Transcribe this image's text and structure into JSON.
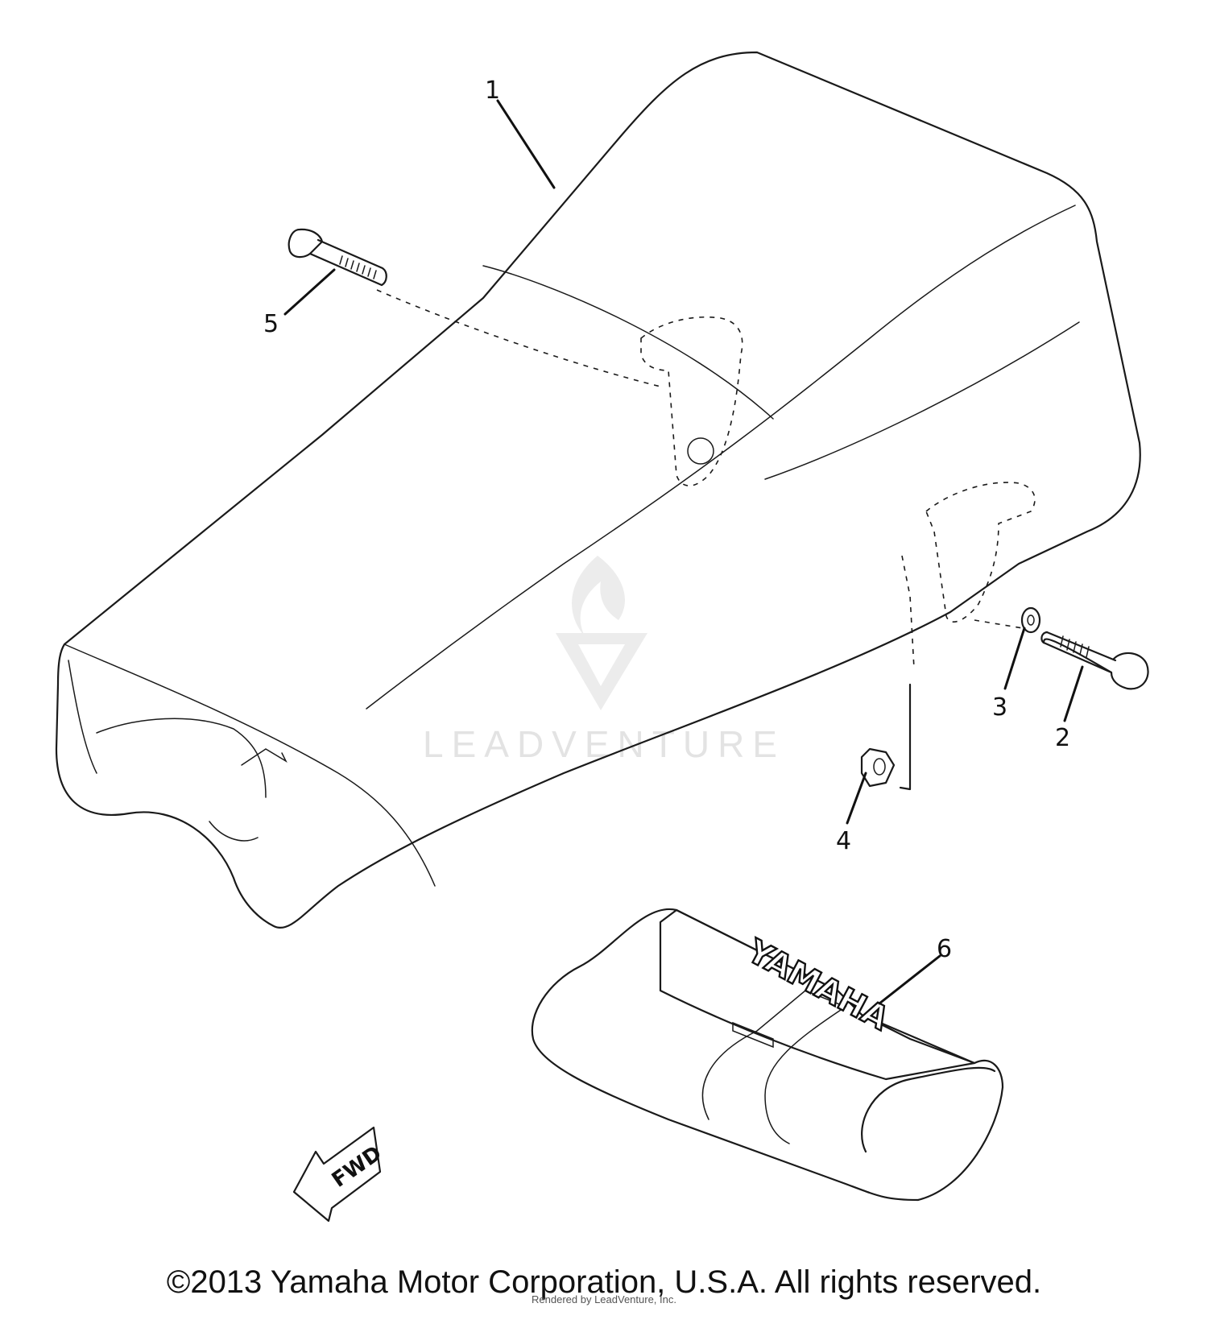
{
  "watermark": {
    "text": "LEADVENTURE"
  },
  "callouts": [
    "1",
    "2",
    "3",
    "4",
    "5",
    "6"
  ],
  "fwd_label": "FWD",
  "bag_brand": "YAMAHA",
  "copyright": "©2013 Yamaha Motor Corporation, U.S.A. All rights reserved.",
  "attribution": "Rendered by LeadVenture, Inc."
}
